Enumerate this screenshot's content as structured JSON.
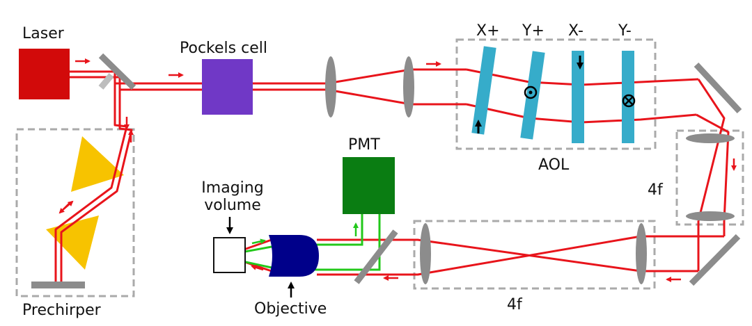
{
  "colors": {
    "beam": "#e8141b",
    "fluorescence": "#22c81a",
    "laser": "#d20a0a",
    "pockels": "#7038c6",
    "aod": "#36acca",
    "pmt": "#0a7d12",
    "objective": "#00008a",
    "prism": "#f7c300",
    "mirror": "#8c8c8c",
    "lens": "#8c8c8c",
    "box_dashes": "#aaaaaa",
    "arrow": "#000000"
  },
  "labels": {
    "laser": "Laser",
    "pockels": "Pockels cell",
    "aol": "AOL",
    "aod_x_plus": "X+",
    "aod_y_plus": "Y+",
    "aod_x_minus": "X-",
    "aod_y_minus": "Y-",
    "pmt": "PMT",
    "imaging_volume": "Imaging volume",
    "objective": "Objective",
    "prechirper": "Prechirper",
    "relay_right": "4f",
    "relay_bottom": "4f"
  },
  "icons": {
    "out_of_page": "circle-dot-icon",
    "into_page": "circle-cross-icon",
    "direction": "arrow-icon"
  }
}
